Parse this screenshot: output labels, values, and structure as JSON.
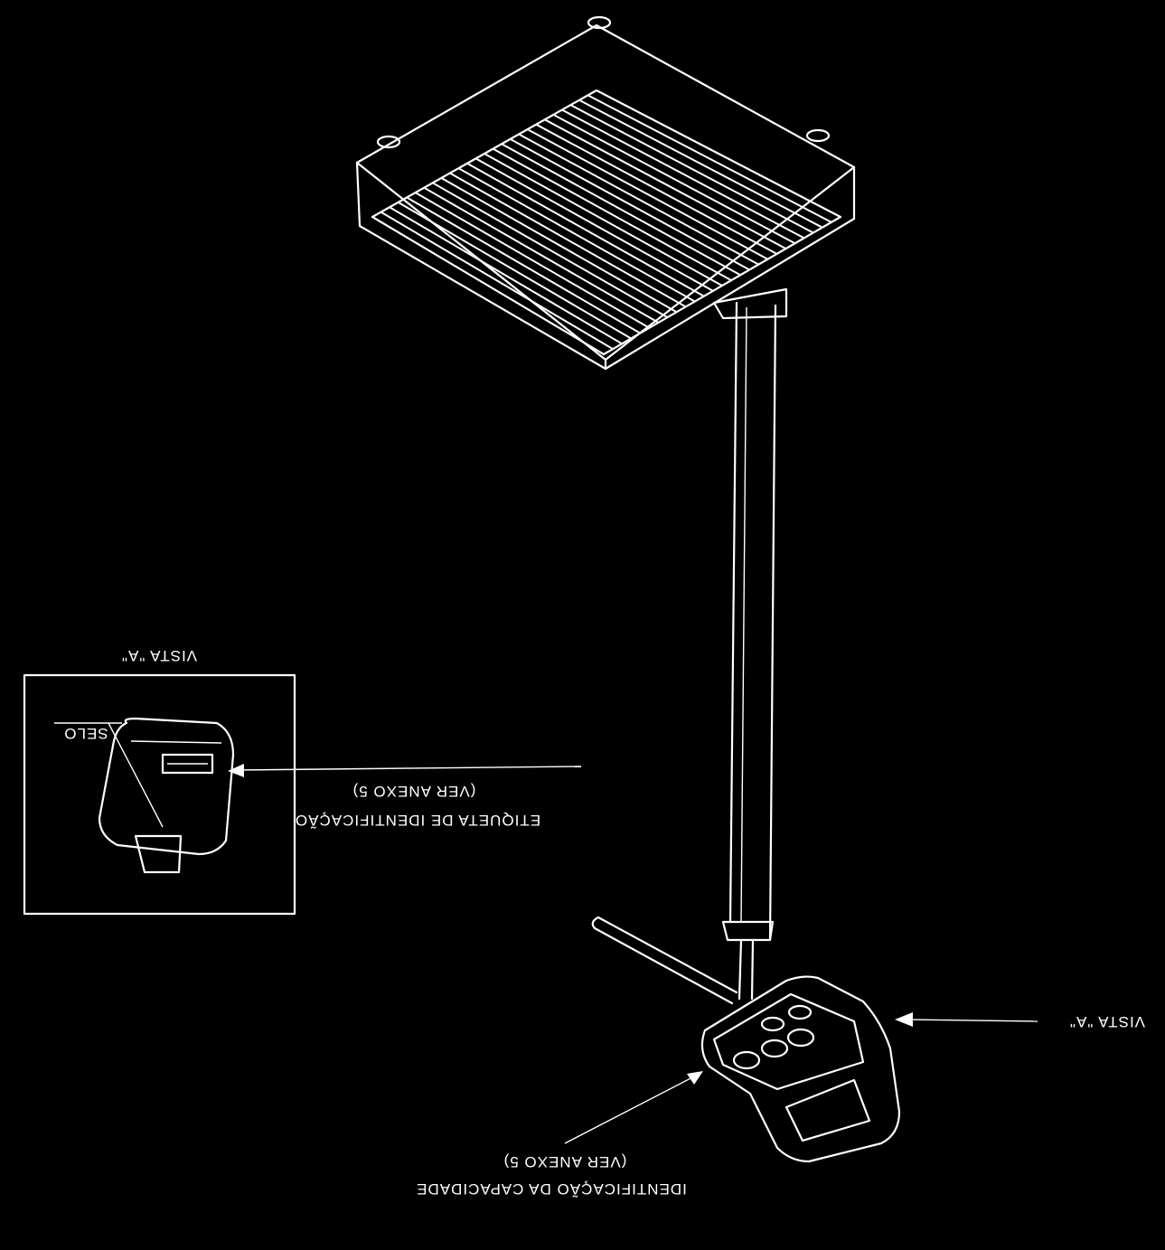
{
  "labels": {
    "view_title": "VISTA \"A\"",
    "seal": "SELO",
    "id_label_ref": "(VER ANEXO 5)",
    "id_label": "ETIQUETA DE IDENTIFICAÇÃO",
    "view_pointer": "VISTA \"A\"",
    "capacity_ref": "(VER ANEXO 5)",
    "capacity": "IDENTIFICAÇÃO DA CAPACIDADE"
  },
  "colors": {
    "background": "#000000",
    "line": "#ffffff"
  }
}
